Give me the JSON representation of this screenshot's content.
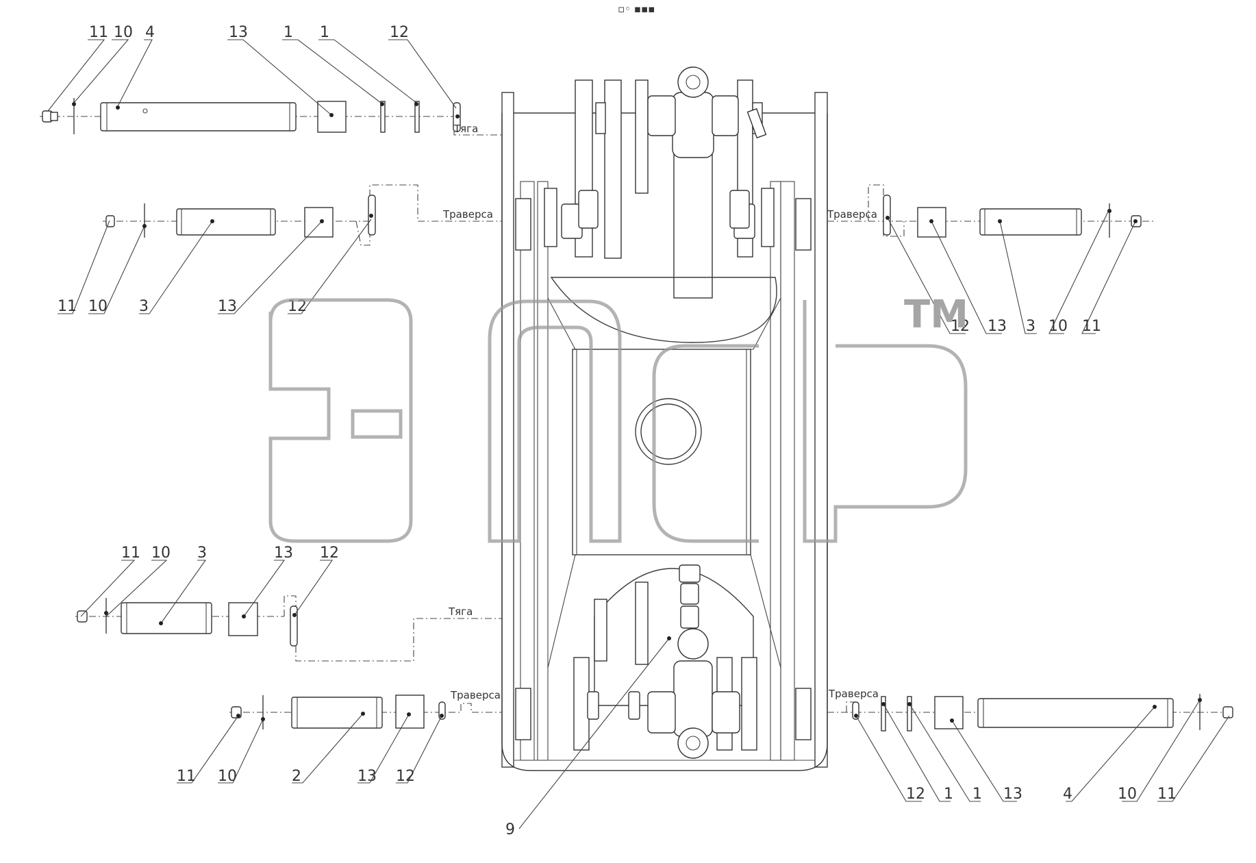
{
  "header_mark": "▫◦ ▪▪▪",
  "watermark": {
    "brand_letters": "эпср",
    "trademark": "TM"
  },
  "links": {
    "tyaga": "Тяга",
    "traversa": "Траверса"
  },
  "callouts": {
    "tl": [
      "11",
      "10",
      "4",
      "13",
      "1",
      "1",
      "12"
    ],
    "ml": [
      "11",
      "10",
      "3",
      "13",
      "12"
    ],
    "mr": [
      "12",
      "13",
      "3",
      "10",
      "11"
    ],
    "ll": [
      "11",
      "10",
      "3",
      "13",
      "12"
    ],
    "bl": [
      "11",
      "10",
      "2",
      "13",
      "12"
    ],
    "br": [
      "12",
      "1",
      "1",
      "13",
      "4",
      "10",
      "11"
    ],
    "center": "9"
  }
}
